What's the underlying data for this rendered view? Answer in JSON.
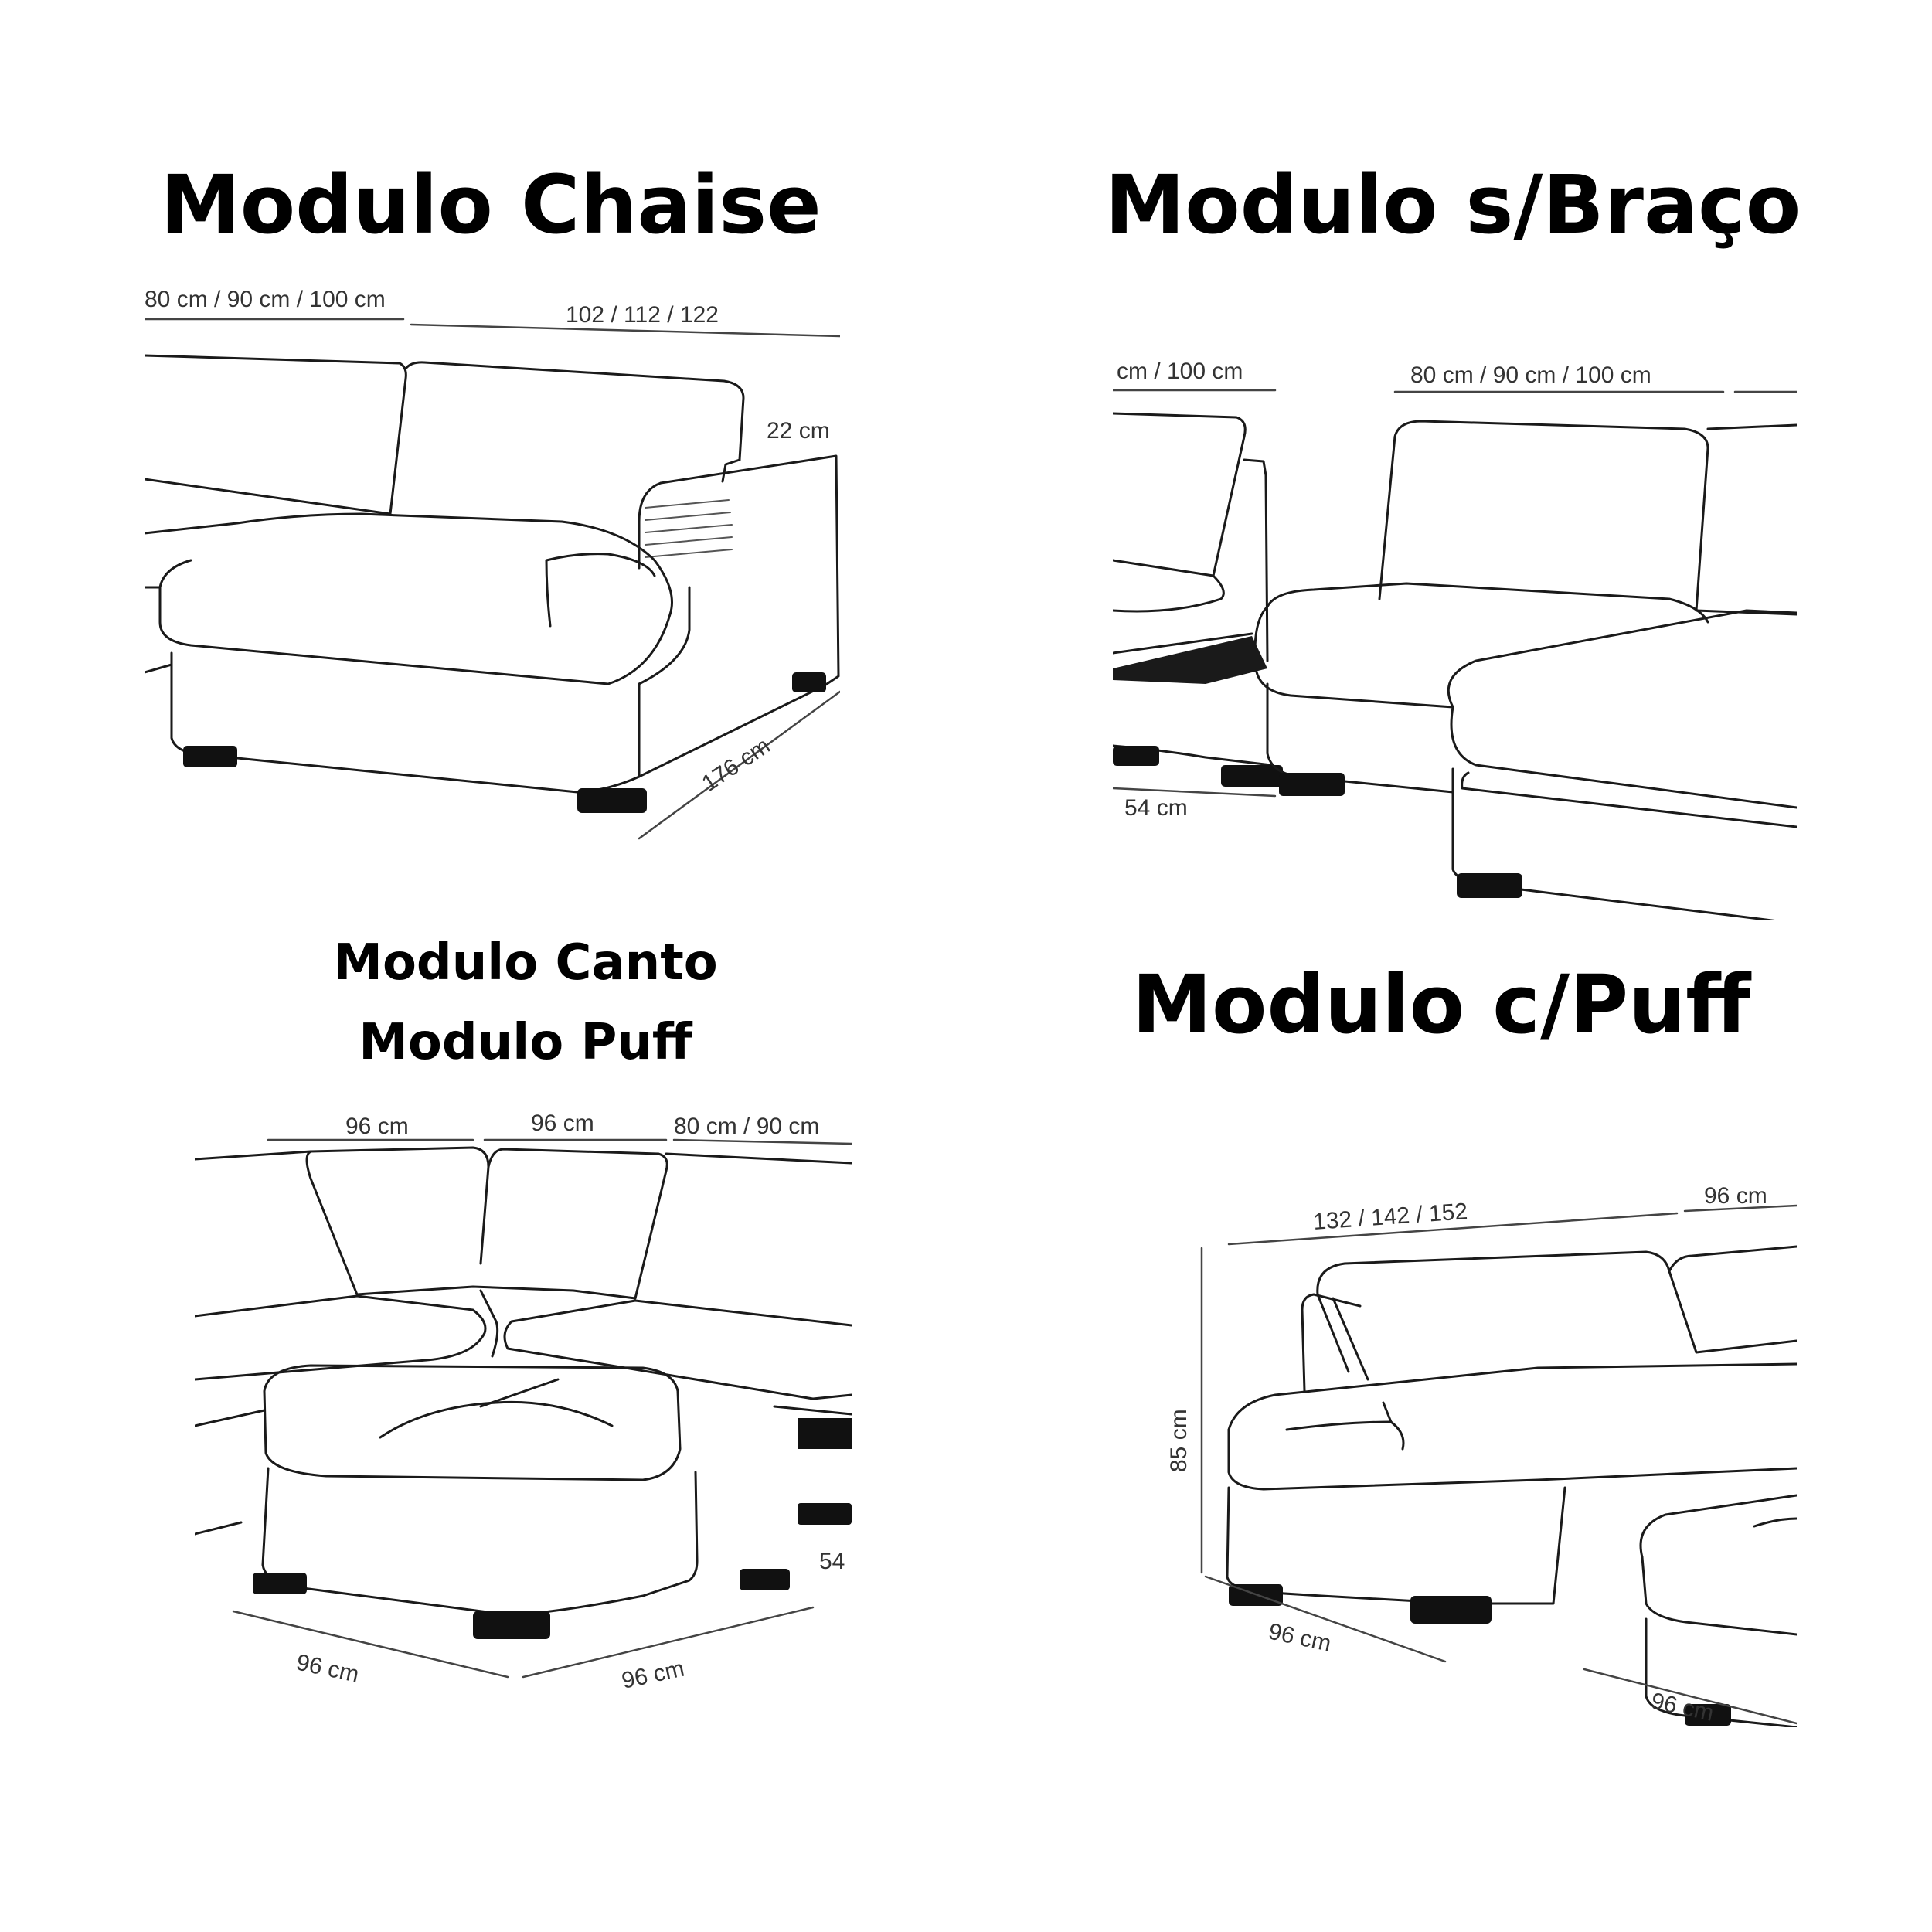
{
  "panels": {
    "chaise": {
      "title": "Modulo Chaise",
      "dimensions": {
        "top_left": "80 cm / 90 cm / 100 cm",
        "top_right": "102 / 112 / 122",
        "arm_height": "22 cm",
        "depth": "176 cm"
      }
    },
    "sem_braco": {
      "title": "Modulo s/Braço",
      "dimensions": {
        "top_left": "cm / 100 cm",
        "top_center": "80 cm / 90 cm / 100 cm",
        "seat_depth": "54 cm"
      }
    },
    "canto_puff": {
      "title_line1": "Modulo Canto",
      "title_line2": "Modulo Puff",
      "dimensions": {
        "top_left": "96 cm",
        "top_center": "96 cm",
        "top_right": "80 cm / 90 cm",
        "side": "54",
        "base_left": "96 cm",
        "base_right": "96 cm"
      }
    },
    "com_puff": {
      "title": "Modulo c/Puff",
      "dimensions": {
        "top_left": "132 / 142 / 152",
        "top_right": "96 cm",
        "height": "85 cm",
        "base_left": "96 cm",
        "base_right": "96 cm"
      }
    }
  }
}
